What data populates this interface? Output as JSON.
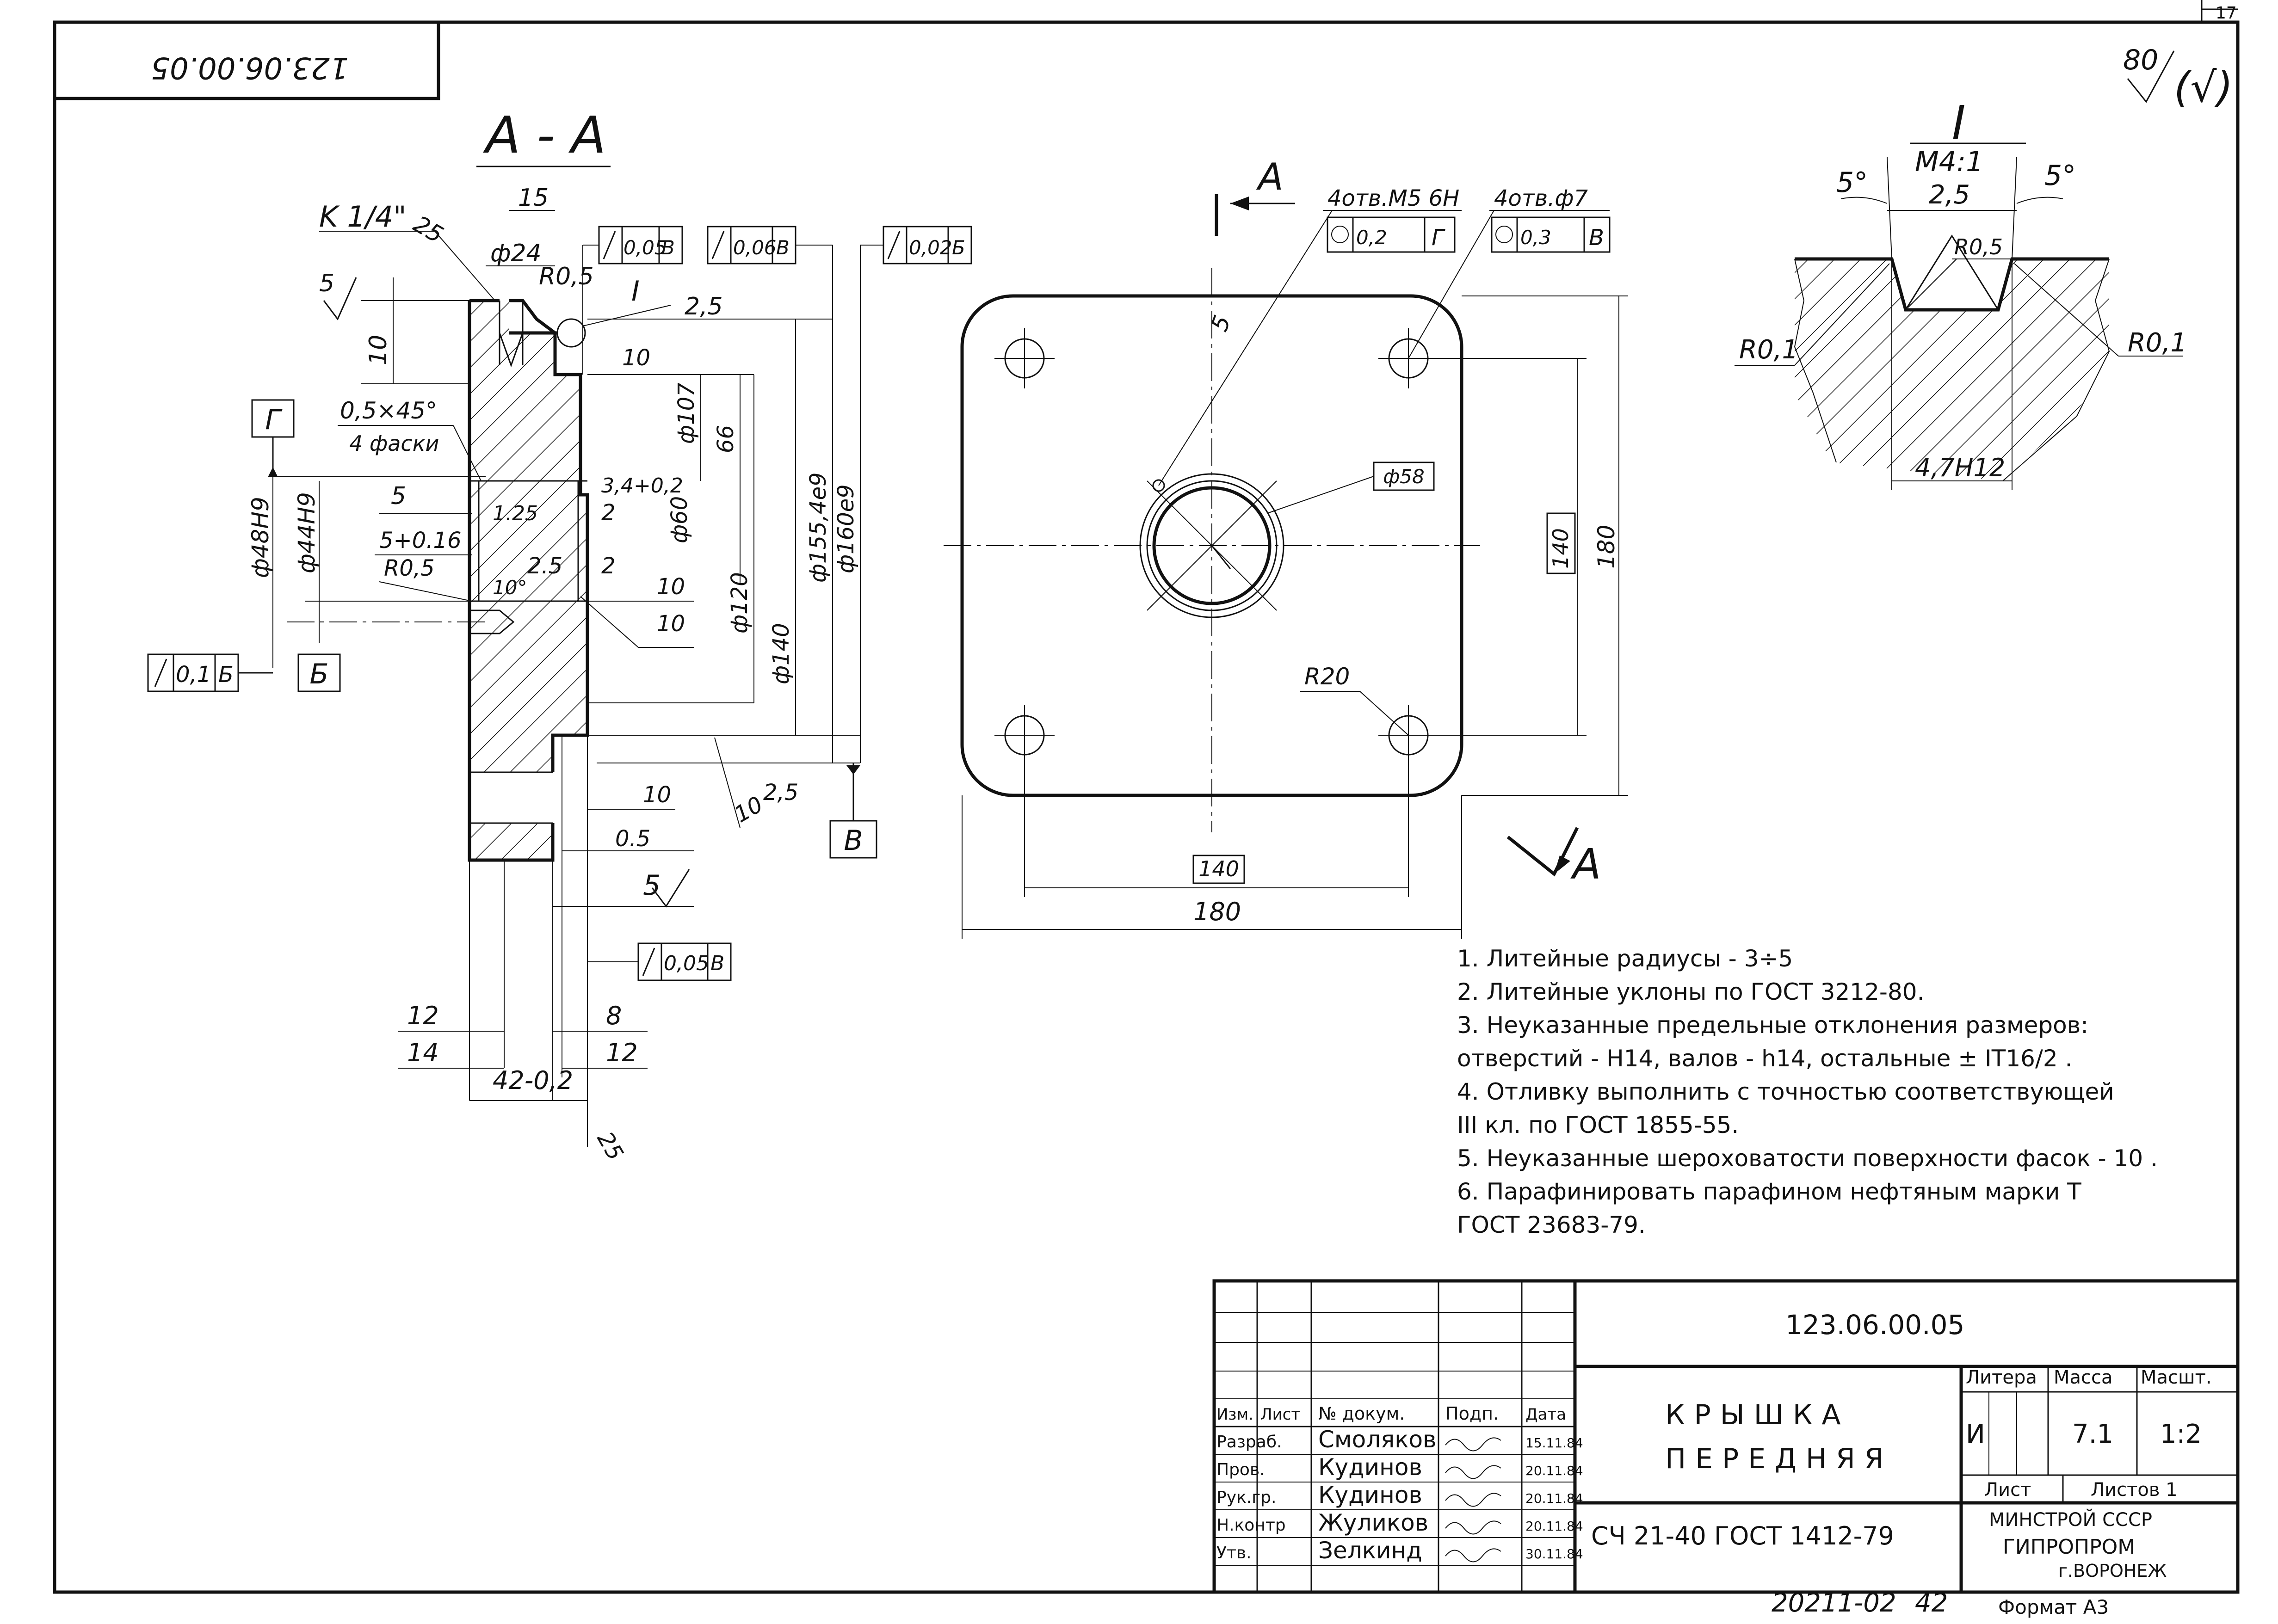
{
  "drawing": {
    "top_stamp": "123.06.00.05",
    "roughness_general": "80",
    "roughness_general_suffix": "(√)",
    "section_label": "А - А",
    "section_arrow_label_top": "A",
    "section_arrow_label_bottom": "A",
    "detail_label": "I",
    "detail_scale": "М4:1",
    "detail_dims": {
      "angle_left": "5°",
      "angle_right": "5°",
      "width_top": "2,5",
      "radius_center": "R0,5",
      "radius_left": "R0,1",
      "radius_right": "R0,1",
      "width_bottom": "4,7H12"
    },
    "section_dims": {
      "thread": "K 1/4\"",
      "rough_25a": "25",
      "dim_15": "15",
      "dia_24": "ф24",
      "tol_005b": "0,05",
      "tol_005b_datum": "В",
      "tol_006b": "0,06",
      "tol_006b_datum": "В",
      "tol_002b": "0,02",
      "tol_002b_datum": "Б",
      "r05": "R0,5",
      "detail_ref": "I",
      "rough_25b": "2,5",
      "rough_5_top": "5",
      "dim_10": "10",
      "rough_10a": "10",
      "dia_107": "ф107",
      "dim_66": "66",
      "chamfer": "0,5×45°",
      "chamfer_note": "4 фаски",
      "datum_g": "Г",
      "rough_5_mid": "5",
      "dim_125": "1.25",
      "dim_34": "3,4+0,2",
      "dim_2a": "2",
      "dia_60": "ф60",
      "dia_48h9": "ф48H9",
      "dia_44h9": "ф44H9",
      "dim_5tol": "5+0.16",
      "r05b": "R0,5",
      "dim_25c": "2.5",
      "dim_2b": "2",
      "angle_10": "10°",
      "rough_10b": "10",
      "rough_10c": "10",
      "dia_120": "ф120",
      "dia_140": "ф140",
      "dia_155": "ф155,4e9",
      "dia_160": "ф160e9",
      "tol_01b": "0,1",
      "tol_01b_datum": "Б",
      "datum_b1": "Б",
      "rough_10d": "10",
      "rough_10e": "10",
      "rough_25d": "2,5",
      "datum_v": "В",
      "dim_05": "0.5",
      "rough_5_low": "5",
      "tol_005c": "0,05",
      "tol_005c_datum": "В",
      "dim_12a": "12",
      "dim_8": "8",
      "dim_14": "14",
      "dim_12b": "12",
      "dim_42": "42-0,2",
      "rough_25_bottom": "25"
    },
    "plan_dims": {
      "holes_m5": "4отв.М5 6Н",
      "holes_m5_tol": "0,2",
      "holes_m5_datum": "Г",
      "holes_d7": "4отв.ф7",
      "holes_d7_tol": "0,3",
      "holes_d7_datum": "В",
      "dia_58": "ф58",
      "rough_5": "5",
      "dim_140_v": "140",
      "dim_180_v": "180",
      "r20": "R20",
      "dim_140_h": "140",
      "dim_180_h": "180"
    }
  },
  "notes": [
    "1.  Литейные радиусы -  3÷5",
    "2.  Литейные уклоны по ГОСТ 3212-80.",
    "3.  Неуказанные предельные отклонения  размеров:",
    "     отверстий - H14, валов - h14, остальные ± IT16/2 .",
    "4.  Отливку выполнить с точностью соответствующей",
    "     III кл.  по  ГОСТ 1855-55.",
    "5.  Неуказанные шероховатости поверхности фасок - 10 .",
    "6.  Парафинировать парафином нефтяным марки Т",
    "     ГОСТ 23683-79."
  ],
  "title_block": {
    "designation": "123.06.00.05",
    "name_line1": "КРЫШКА",
    "name_line2": "ПЕРЕДНЯЯ",
    "material": "СЧ 21-40 ГОСТ 1412-79",
    "headers": {
      "izm": "Изм.",
      "list": "Лист",
      "doc": "№ докум.",
      "sign": "Подп.",
      "date": "Дата"
    },
    "roles": [
      {
        "role": "Разраб.",
        "name": "Смоляков",
        "date": "15.11.84"
      },
      {
        "role": "Пров.",
        "name": "Кудинов",
        "date": "20.11.84"
      },
      {
        "role": "Рук.гр.",
        "name": "Кудинов",
        "date": "20.11.84"
      },
      {
        "role": "Н.контр",
        "name": "Жуликов",
        "date": "20.11.84"
      },
      {
        "role": "Утв.",
        "name": "Зелкинд",
        "date": "30.11.84"
      }
    ],
    "litera_label": "Литера",
    "mass_label": "Масса",
    "scale_label": "Масшт.",
    "litera_value": "И",
    "mass_value": "7.1",
    "scale_value": "1:2",
    "sheet_label": "Лист",
    "sheets_label": "Листов 1",
    "org_line1": "МИНСТРОЙ СССР",
    "org_line2": "ГИПРОПРОМ",
    "org_line3": "г.ВОРОНЕЖ"
  },
  "footer": {
    "archive_no": "20211-02",
    "sheet_no": "42",
    "format": "Формат А3"
  },
  "corner_mark": "17"
}
